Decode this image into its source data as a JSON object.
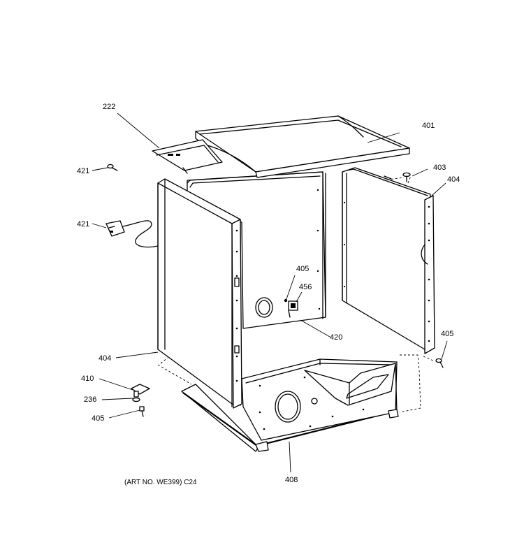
{
  "labels": {
    "l222": "222",
    "l401": "401",
    "l421_top": "421",
    "l403": "403",
    "l404_right": "404",
    "l421_cord": "421",
    "l405_mid": "405",
    "l456": "456",
    "l420": "420",
    "l405_right": "405",
    "l404_left": "404",
    "l410": "410",
    "l236": "236",
    "l405_bottom": "405",
    "l408": "408"
  },
  "caption": "(ART NO. WE399) C24"
}
